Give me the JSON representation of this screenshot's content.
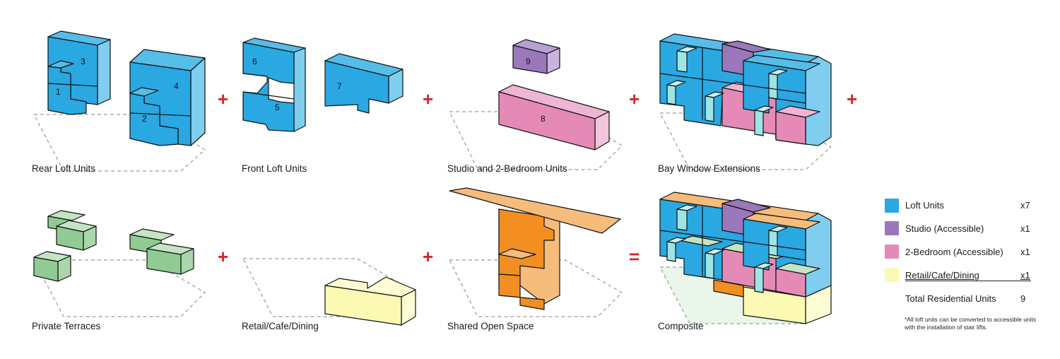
{
  "panels": {
    "rear_loft": "Rear Loft Units",
    "front_loft": "Front Loft Units",
    "studio_2bed": "Studio and 2-Bedroom Units",
    "bay_window": "Bay Window Extensions",
    "terraces": "Private Terraces",
    "retail": "Retail/Cafe/Dining",
    "open_space": "Shared Open Space",
    "composite": "Composite"
  },
  "unit_numbers": [
    "1",
    "2",
    "3",
    "4",
    "5",
    "6",
    "7",
    "8",
    "9"
  ],
  "operators": {
    "plus": "+",
    "equals": "="
  },
  "legend": {
    "items": [
      {
        "label": "Loft Units",
        "count": "x7",
        "color": "#29a8e2"
      },
      {
        "label": "Studio (Accessible)",
        "count": "x1",
        "color": "#9b78bc"
      },
      {
        "label": "2-Bedroom (Accessible)",
        "count": "x1",
        "color": "#e58ab7"
      },
      {
        "label": "Retail/Cafe/Dining",
        "count": "x1",
        "color": "#fbf9b3"
      }
    ],
    "total_label": "Total Residential Units",
    "total_value": "9",
    "note": "*All loft units can be converted to accessible units with the installation of stair lifts."
  },
  "colors": {
    "loft": "#29a8e2",
    "loft_side": "#7fcdef",
    "loft_top": "#56bde9",
    "studio": "#9b78bc",
    "studio_top": "#b9a0d2",
    "studio_side": "#c9b4de",
    "bedroom": "#e58ab7",
    "bedroom_top": "#efb6d3",
    "bedroom_side": "#f2c6dc",
    "retail": "#fbf9b3",
    "retail_top": "#fdfcd2",
    "terrace": "#8fcb93",
    "terrace_top": "#c4e4c4",
    "open": "#f28e22",
    "open_light": "#f6bc7c",
    "bay": "#9de4e4",
    "accent_red": "#d9262c"
  }
}
